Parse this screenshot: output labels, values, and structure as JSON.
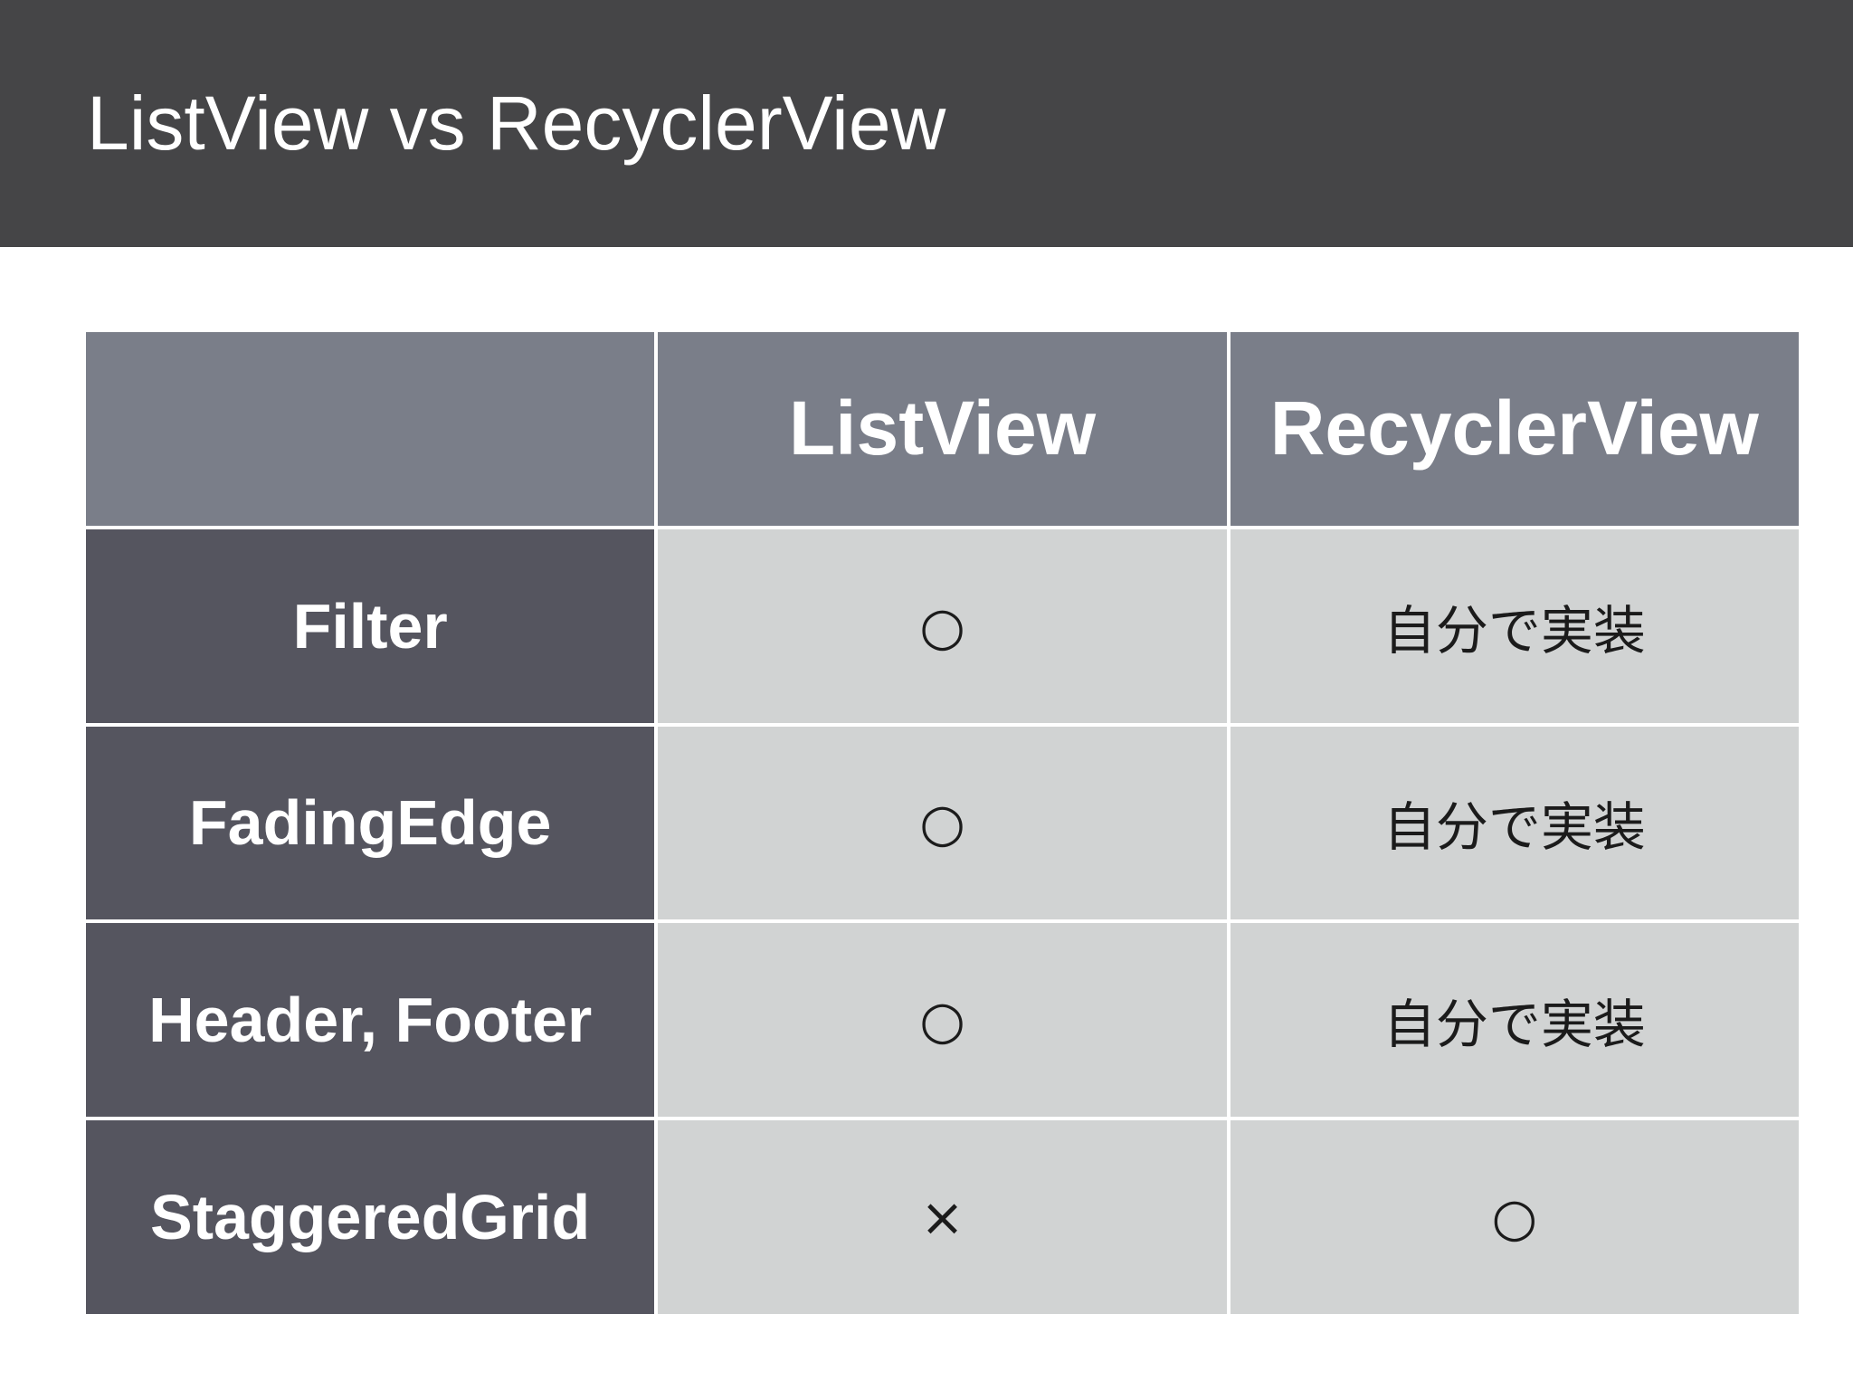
{
  "slide": {
    "title": "ListView vs RecyclerView"
  },
  "table": {
    "columns": [
      "",
      "ListView",
      "RecyclerView"
    ],
    "rows": [
      {
        "label": "Filter",
        "listview": "○",
        "recyclerview": "自分で実装"
      },
      {
        "label": "FadingEdge",
        "listview": "○",
        "recyclerview": "自分で実装"
      },
      {
        "label": "Header, Footer",
        "listview": "○",
        "recyclerview": "自分で実装"
      },
      {
        "label": "StaggeredGrid",
        "listview": "×",
        "recyclerview": "○"
      }
    ]
  },
  "legend": {
    "supported_mark": "○",
    "unsupported_mark": "×",
    "self_implement_text": "自分で実装"
  },
  "colors": {
    "title_band": "#454547",
    "header_cell": "#7a7e89",
    "row_label_cell": "#55555f",
    "data_cell": "#d1d3d3",
    "grid_line": "#ffffff",
    "title_text": "#ffffff",
    "mark_text": "#1b1b1b"
  }
}
